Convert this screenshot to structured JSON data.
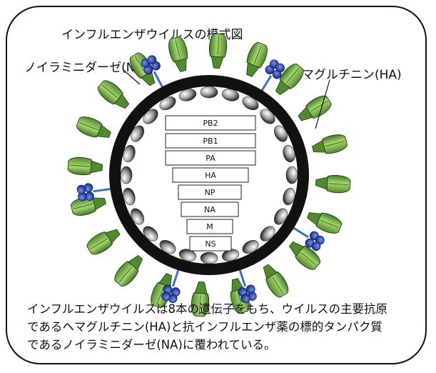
{
  "title": "インフルエンザウイルスの模式図",
  "labels": {
    "na": "ノイラミニダーゼ(NA)",
    "ha": "ヘマグルチニン(HA)"
  },
  "segments": [
    "PB2",
    "PB1",
    "PA",
    "HA",
    "NP",
    "NA",
    "M",
    "NS"
  ],
  "caption": [
    "インフルエンザウイルスは8本の遺伝子をもち、ウイルスの主要抗原",
    "であるヘマグルチニン(HA)と抗インフルエンザ薬の標的タンパク質",
    "であるノイラミニダーゼ(NA)に覆われている。"
  ],
  "colors": {
    "envelope": "#111111",
    "ha_spike": "#6aa84f",
    "na_spike": "#2f4fb0",
    "stalk": "#3a6fd0",
    "particle": "#aaaaaa"
  }
}
